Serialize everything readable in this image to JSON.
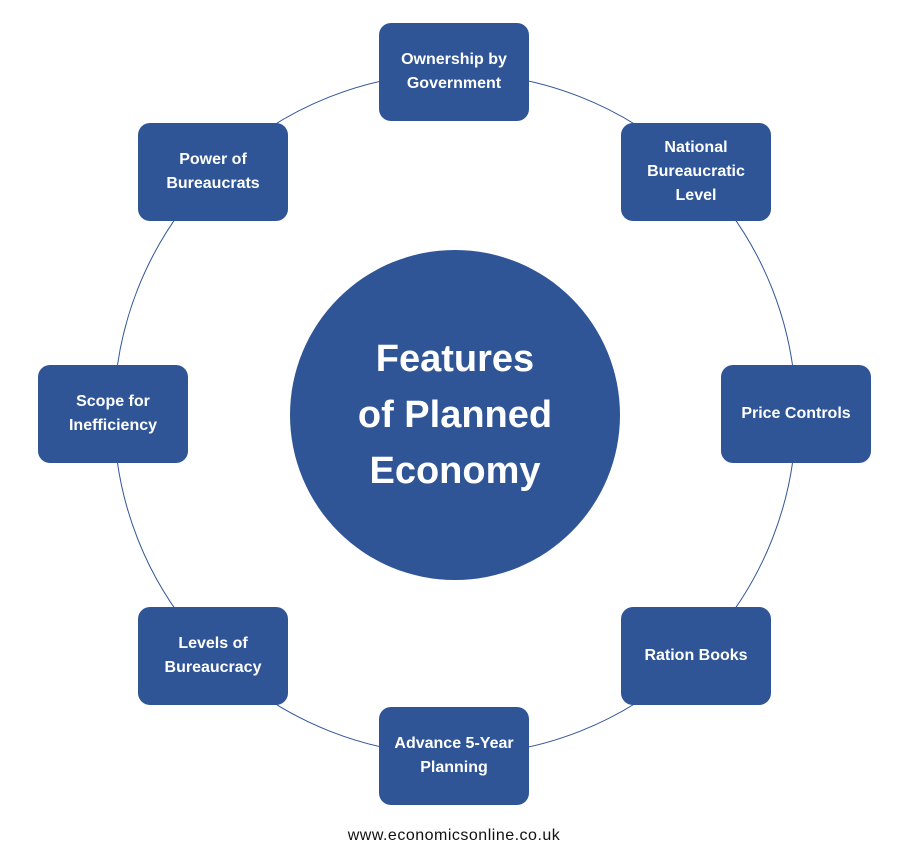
{
  "colors": {
    "node_fill": "#2f5597",
    "ring_stroke": "#2f5597",
    "text": "#ffffff"
  },
  "center": {
    "label": "Features\nof Planned\nEconomy"
  },
  "nodes": [
    {
      "id": "ownership-by-government",
      "label": "Ownership by\nGovernment"
    },
    {
      "id": "national-bureaucratic-level",
      "label": "National\nBureaucratic\nLevel"
    },
    {
      "id": "price-controls",
      "label": "Price Controls"
    },
    {
      "id": "ration-books",
      "label": "Ration Books"
    },
    {
      "id": "advance-5-year-planning",
      "label": "Advance 5-Year\nPlanning"
    },
    {
      "id": "levels-of-bureaucracy",
      "label": "Levels of\nBureaucracy"
    },
    {
      "id": "scope-for-inefficiency",
      "label": "Scope for\nInefficiency"
    },
    {
      "id": "power-of-bureaucrats",
      "label": "Power of\nBureaucrats"
    }
  ],
  "footer": "www.economicsonline.co.uk"
}
